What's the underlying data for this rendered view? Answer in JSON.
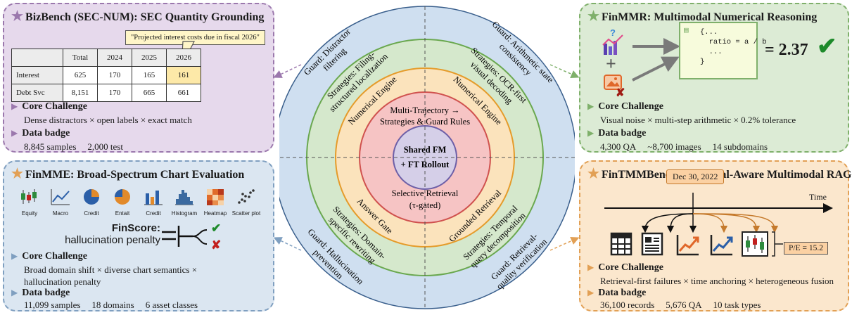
{
  "colors": {
    "bizbench_bg": "#e6d9ec",
    "finmme_bg": "#dbe6f1",
    "finmmr_bg": "#dcebd5",
    "fintmm_bg": "#fbe7cd",
    "ring_outer": "#cfdff0",
    "ring_strategy": "#d5e8cc",
    "ring_engine": "#fbe3bc",
    "ring_core": "#f6c4c4",
    "hub": "#d5cfe8",
    "check_green": "#1d8a2a",
    "cross_red": "#c2201e"
  },
  "bizbench": {
    "title": "BizBench (SEC-NUM): SEC Quantity Grounding",
    "callout": "\"Projected interest costs due in fiscal 2026\"",
    "table": {
      "header": [
        "",
        "Total",
        "2024",
        "2025",
        "2026"
      ],
      "rows": [
        [
          "Interest",
          "625",
          "170",
          "165",
          "161"
        ],
        [
          "Debt Svc",
          "8,151",
          "170",
          "665",
          "661"
        ]
      ]
    },
    "challenge_label": "Core Challenge",
    "challenge": "Dense distractors × open labels × exact match",
    "badge_label": "Data badge",
    "badge": [
      "8,845 samples",
      "2,000 test"
    ]
  },
  "finmme": {
    "title": "FinMME: Broad-Spectrum Chart Evaluation",
    "charts": [
      "Equity",
      "Macro",
      "Credit",
      "Entait",
      "Credit",
      "Histogram",
      "Heatmap",
      "Scatter plot"
    ],
    "score_line1": "FinScore:",
    "score_line2": "hallucination penalty",
    "challenge_label": "Core Challenge",
    "challenge_line1": "Broad domain shift × diverse chart semantics ×",
    "challenge_line2": "hallucination penalty",
    "badge_label": "Data badge",
    "badge": [
      "11,099 samples",
      "18 domains",
      "6 asset classes"
    ]
  },
  "finmmr": {
    "title": "FinMMR: Multimodal Numerical Reasoning",
    "code": [
      "{...",
      "  ratio = a / b",
      "  ...",
      "}"
    ],
    "result": "= 2.37",
    "plus": "+",
    "challenge_label": "Core Challenge",
    "challenge": "Visual noise × multi-step arithmetic × 0.2% tolerance",
    "badge_label": "Data badge",
    "badge": [
      "4,300 QA",
      "~8,700 images",
      "14 subdomains"
    ]
  },
  "fintmm": {
    "title": "FinTMMBench: Temporal-Aware Multimodal RAG",
    "date": "Dec 30, 2022",
    "time_label": "Time",
    "pe": "P/E = 15.2",
    "challenge_label": "Core Challenge",
    "challenge": "Retrieval-first failures × time anchoring × heterogeneous fusion",
    "badge_label": "Data badge",
    "badge": [
      "36,100 records",
      "5,676 QA",
      "10 task types"
    ]
  },
  "center": {
    "hub_line1": "Shared FM",
    "hub_line2": "+ FT Rollout",
    "core_top_line1": "Multi-Trajectory →",
    "core_top_line2": "Strategies & Guard Rules",
    "core_bottom_line1": "Selective Retrieval",
    "core_bottom_line2": "(τ-gated)",
    "engine_tl": "Numerical Engine",
    "engine_tr": "Numerical Engine",
    "engine_bl": "Answer Gate",
    "engine_br": "Grounded Retrieval",
    "strategy_tl": [
      "Strategies: Filing-",
      "structured localization"
    ],
    "strategy_tr": [
      "Strategies: OCR-first",
      "visual decoding"
    ],
    "strategy_bl": [
      "Strategies: Domain-",
      "specific rewriting"
    ],
    "strategy_br": [
      "Strategies: Temporal",
      "query decomposition"
    ],
    "guard_tl": [
      "Guard: Distractor",
      "filtering"
    ],
    "guard_tr": [
      "Guard: Arithmetic state",
      "consistency"
    ],
    "guard_bl": [
      "Guard: Hallucination",
      "prevention"
    ],
    "guard_br": [
      "Guard: Retrieval-",
      "quality verification"
    ]
  }
}
